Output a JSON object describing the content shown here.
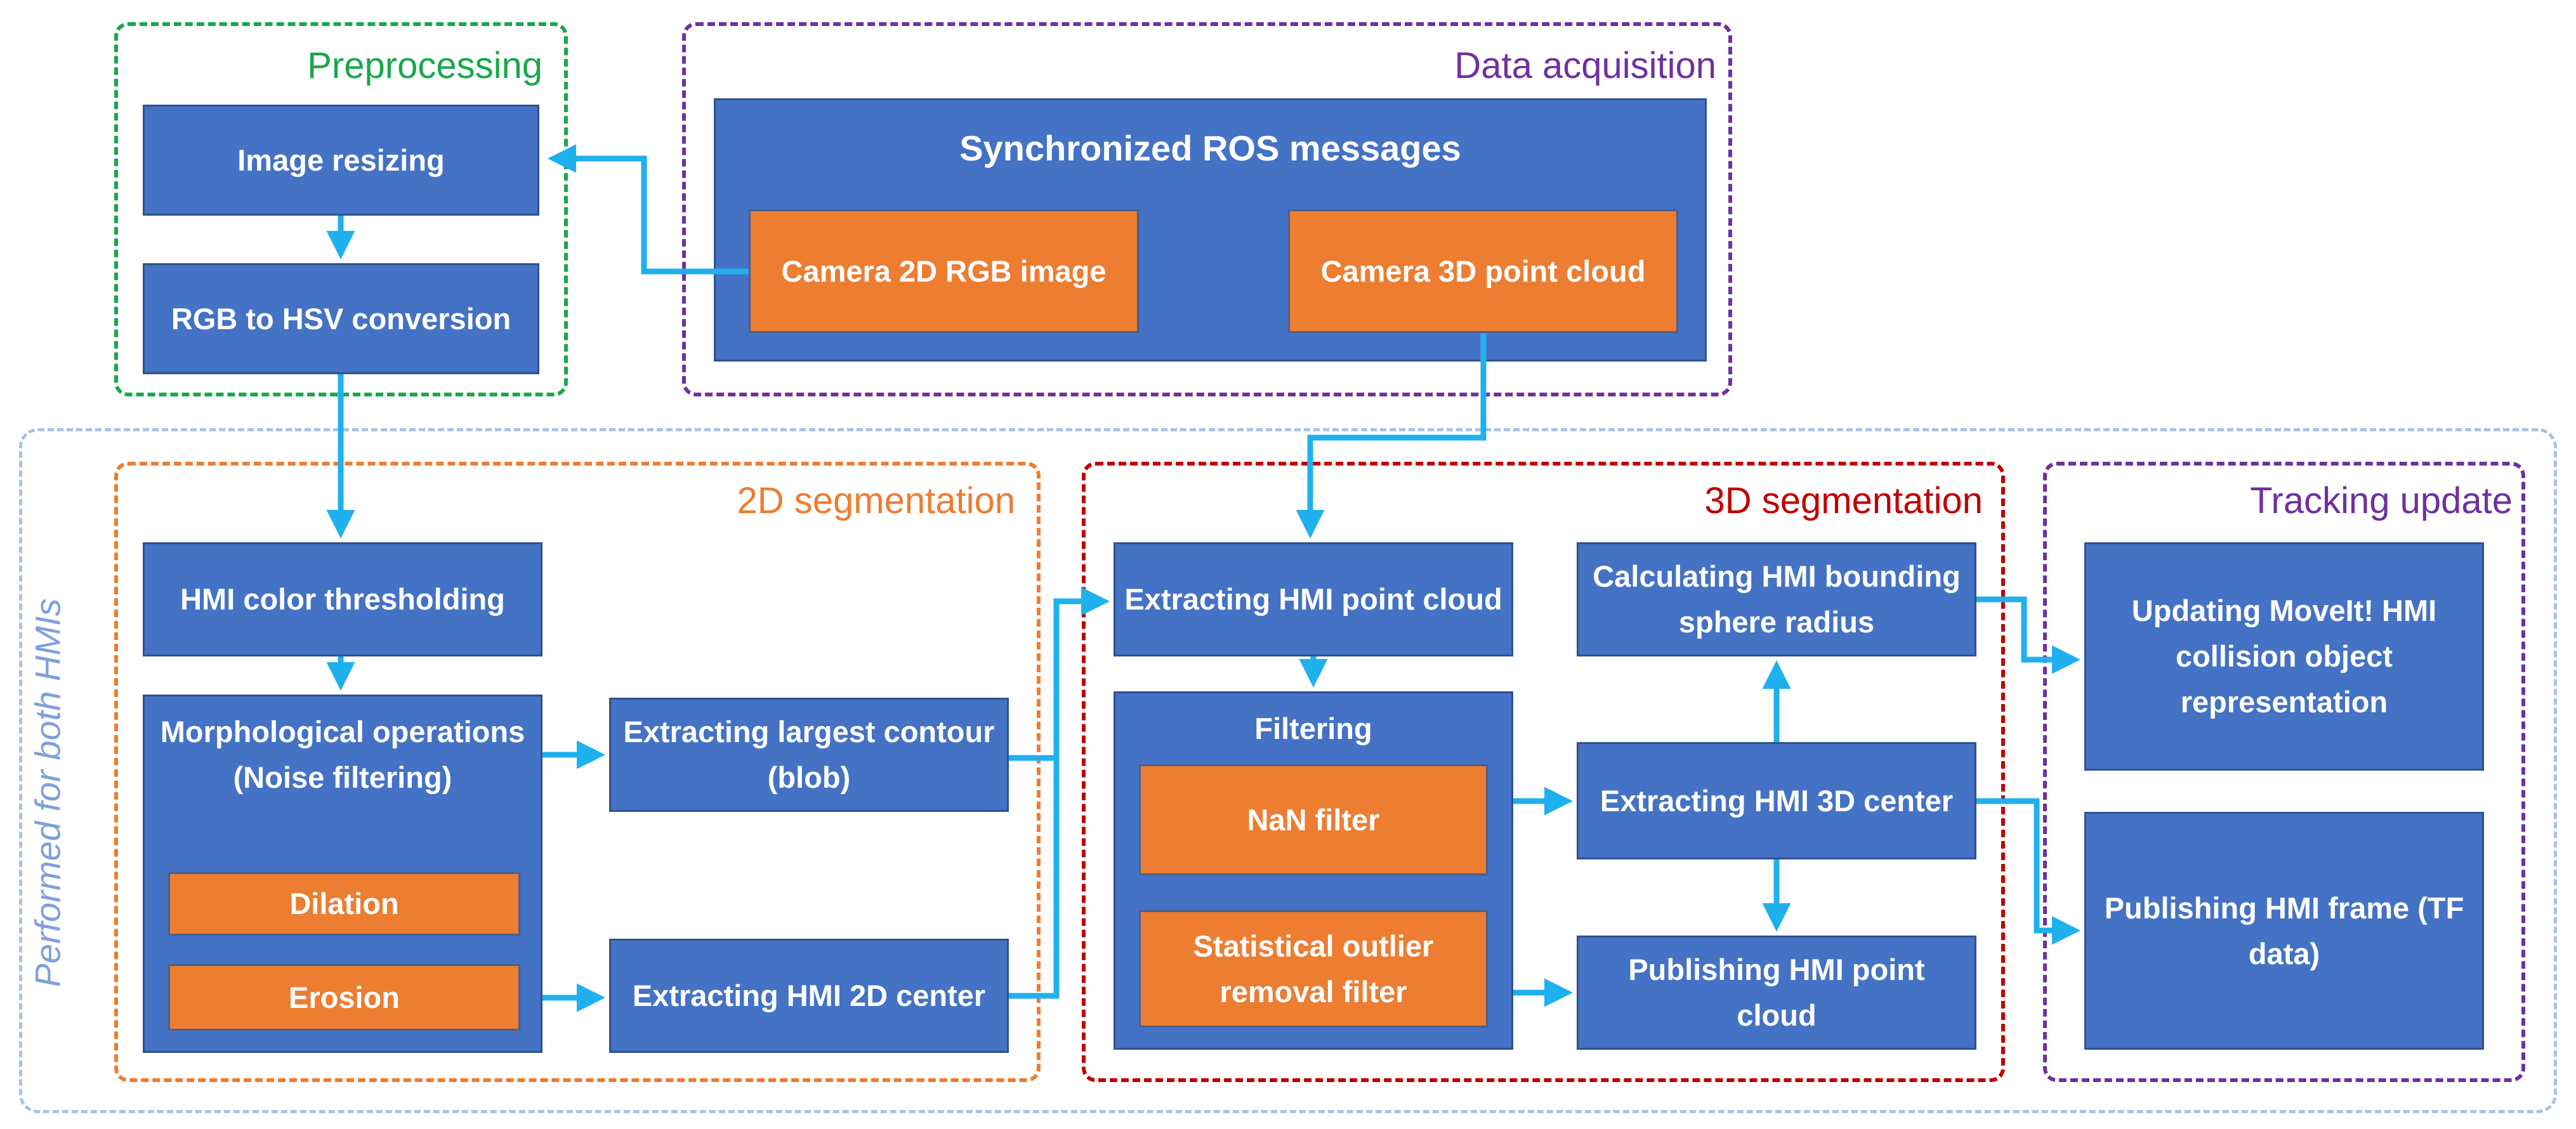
{
  "groups": {
    "preprocessing": "Preprocessing",
    "data_acquisition": "Data acquisition",
    "segmentation_2d": "2D segmentation",
    "segmentation_3d": "3D segmentation",
    "tracking_update": "Tracking update",
    "performed_for_both": "Performed for both HMIs"
  },
  "nodes": {
    "image_resizing": "Image resizing",
    "rgb_to_hsv": "RGB to HSV conversion",
    "synchronized_ros": "Synchronized ROS messages",
    "camera_2d_rgb": "Camera 2D RGB image",
    "camera_3d_point_cloud": "Camera 3D point cloud",
    "hmi_color_thresholding": "HMI color thresholding",
    "morphological_operations": "Morphological operations (Noise filtering)",
    "dilation": "Dilation",
    "erosion": "Erosion",
    "extracting_largest_contour": "Extracting largest contour (blob)",
    "extracting_hmi_2d_center": "Extracting HMI 2D center",
    "extracting_hmi_point_cloud": "Extracting HMI point cloud",
    "filtering": "Filtering",
    "nan_filter": "NaN filter",
    "statistical_outlier": "Statistical outlier removal filter",
    "calculating_radius": "Calculating HMI bounding sphere radius",
    "extracting_hmi_3d_center": "Extracting HMI 3D center",
    "publishing_point_cloud": "Publishing HMI point cloud",
    "updating_moveit": "Updating MoveIt! HMI collision object representation",
    "publishing_frame": "Publishing HMI frame (TF data)"
  },
  "colors": {
    "node_blue": "#4472c4",
    "node_orange": "#ed7d31",
    "arrow": "#1fb0ee",
    "preprocessing_border": "#18a84a",
    "data_acquisition_border": "#7030a0",
    "segmentation_2d_border": "#ed7d31",
    "segmentation_3d_border": "#c00000",
    "tracking_update_border": "#7030a0",
    "both_hmis_border": "#a9c1e6"
  }
}
